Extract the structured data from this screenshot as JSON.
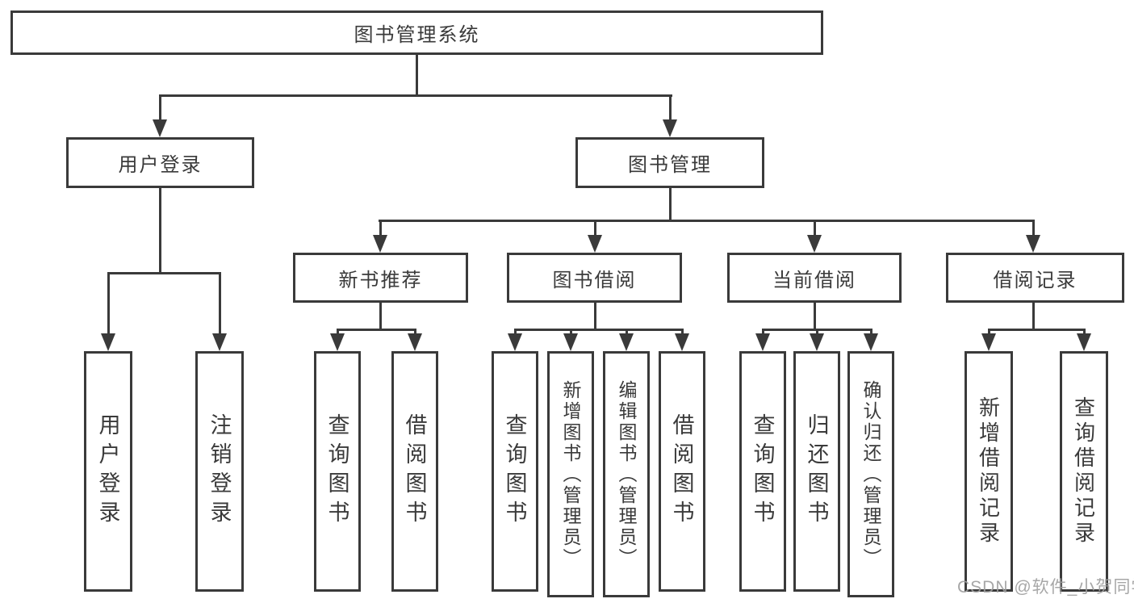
{
  "tree": {
    "label": "图书管理系统",
    "children": [
      {
        "label": "用户登录",
        "children": [
          {
            "label": "用户登录"
          },
          {
            "label": "注销登录"
          }
        ]
      },
      {
        "label": "图书管理",
        "children": [
          {
            "label": "新书推荐",
            "children": [
              {
                "label": "查询图书"
              },
              {
                "label": "借阅图书"
              }
            ]
          },
          {
            "label": "图书借阅",
            "children": [
              {
                "label": "查询图书"
              },
              {
                "label": "新增图书（管理员）"
              },
              {
                "label": "编辑图书（管理员）"
              },
              {
                "label": "借阅图书"
              }
            ]
          },
          {
            "label": "当前借阅",
            "children": [
              {
                "label": "查询图书"
              },
              {
                "label": "归还图书"
              },
              {
                "label": "确认归还（管理员）"
              }
            ]
          },
          {
            "label": "借阅记录",
            "children": [
              {
                "label": "新增借阅记录"
              },
              {
                "label": "查询借阅记录"
              }
            ]
          }
        ]
      }
    ]
  },
  "watermark": {
    "text": "CSDN @软件_小贺同学"
  },
  "colors": {
    "line": "#3a3a3a",
    "text": "#3a3a3a",
    "watermark": "#a0a0a0",
    "background": "#ffffff"
  }
}
